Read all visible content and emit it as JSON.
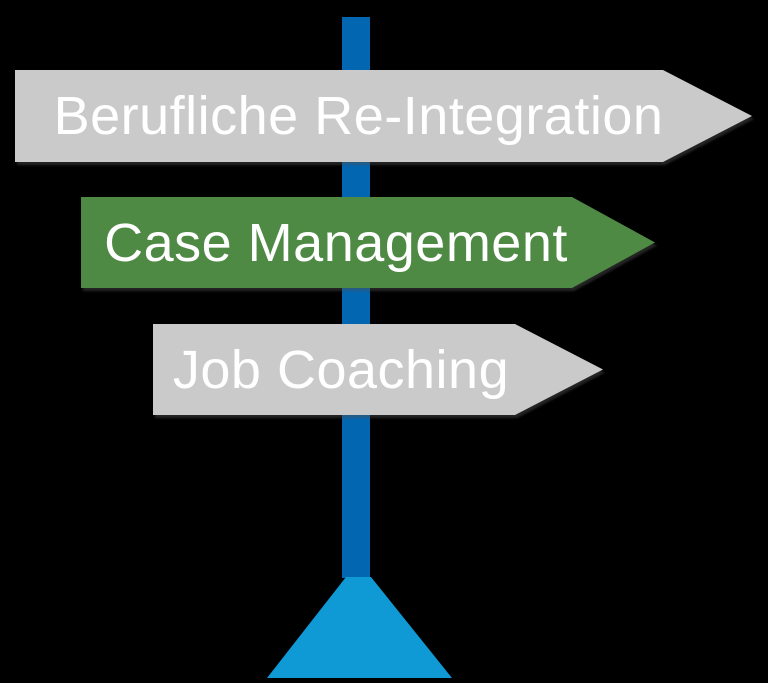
{
  "signpost": {
    "signs": [
      {
        "label": "Berufliche Re-Integration",
        "color": "#cacaca"
      },
      {
        "label": "Case Management",
        "color": "#4e8a44"
      },
      {
        "label": "Job Coaching",
        "color": "#cacaca"
      }
    ],
    "colors": {
      "background": "#000000",
      "pole": "#0366b1",
      "base": "#0f9ad6",
      "sign_gray": "#cacaca",
      "sign_green": "#4e8a44",
      "text": "#ffffff"
    }
  }
}
